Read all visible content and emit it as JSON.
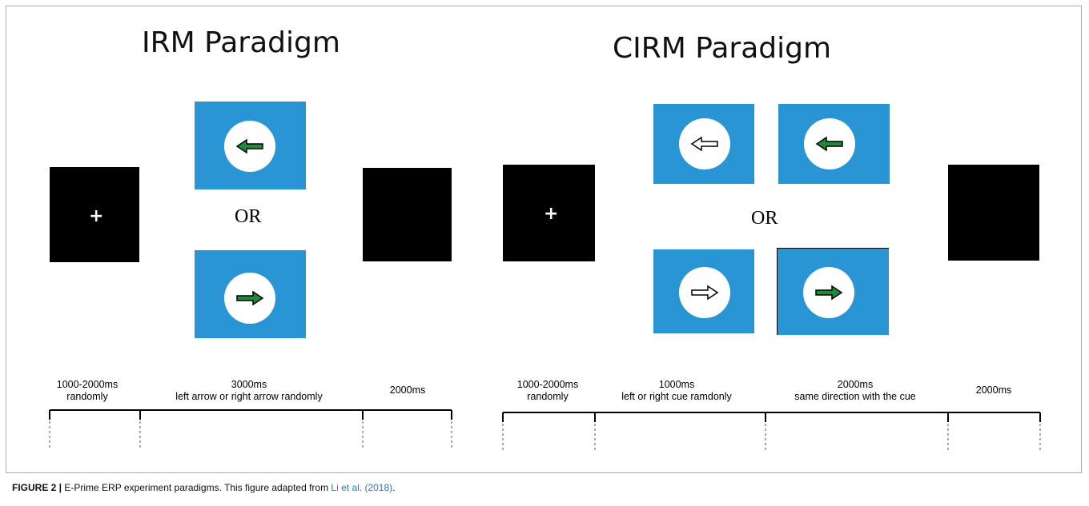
{
  "irm": {
    "title": "IRM Paradigm",
    "fixation": "+",
    "or": "OR",
    "timeline": [
      {
        "line1": "1000-2000ms",
        "line2": "randomly"
      },
      {
        "line1": "3000ms",
        "line2": "left arrow or right arrow randomly"
      },
      {
        "line1": "2000ms",
        "line2": ""
      }
    ]
  },
  "cirm": {
    "title": "CIRM Paradigm",
    "fixation": "+",
    "or": "OR",
    "timeline": [
      {
        "line1": "1000-2000ms",
        "line2": "randomly"
      },
      {
        "line1": "1000ms",
        "line2": "left or right cue ramdonly"
      },
      {
        "line1": "2000ms",
        "line2": "same direction with the cue"
      },
      {
        "line1": "2000ms",
        "line2": ""
      }
    ]
  },
  "stimuli": {
    "background": "#2a95d5",
    "target_arrow": "#1d8a3a",
    "cue_arrow": "#ffffff",
    "icons": [
      "green-left-arrow",
      "green-right-arrow",
      "white-left-cue-arrow",
      "white-right-cue-arrow"
    ]
  },
  "caption": {
    "label": "FIGURE 2 |",
    "text": " E-Prime ERP experiment paradigms. This figure adapted from ",
    "ref": "Li et al. (2018)",
    "end": "."
  }
}
